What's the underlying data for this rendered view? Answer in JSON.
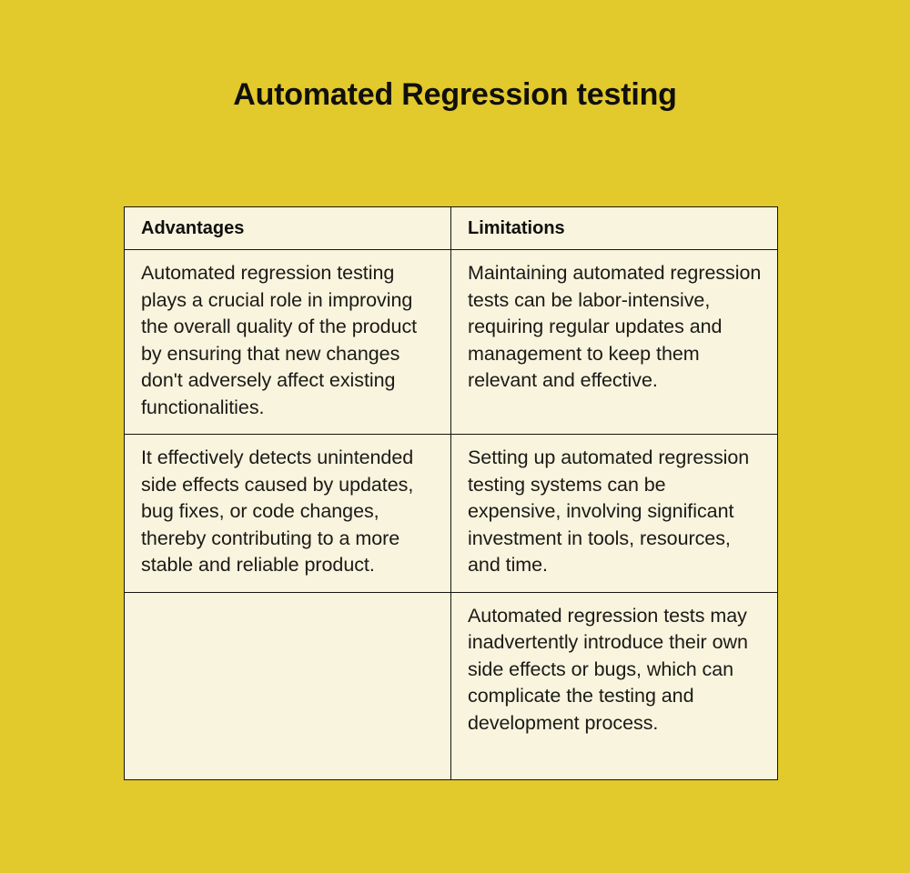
{
  "document": {
    "title": "Automated Regression testing",
    "background_color": "#e2c92c",
    "cell_color": "#f8f4de",
    "border_color": "#171510",
    "text_color": "#1b1a16"
  },
  "table": {
    "headers": {
      "advantages": "Advantages",
      "limitations": "Limitations"
    },
    "rows": [
      {
        "advantages": "Automated regression testing plays a crucial role in improving the overall quality of the product by ensuring that new changes don't adversely affect existing functionalities.",
        "limitations": "Maintaining automated regression tests can be labor-intensive, requiring regular updates and management to keep them relevant and effective."
      },
      {
        "advantages": "It effectively detects unintended side effects caused by updates, bug fixes, or code changes, thereby contributing to a more stable and reliable product.",
        "limitations": "Setting up automated regression testing systems can be expensive, involving significant investment in tools, resources, and time."
      },
      {
        "advantages": "",
        "limitations": "Automated regression tests may inadvertently introduce their own side effects or bugs, which can complicate the testing and development process."
      }
    ]
  }
}
